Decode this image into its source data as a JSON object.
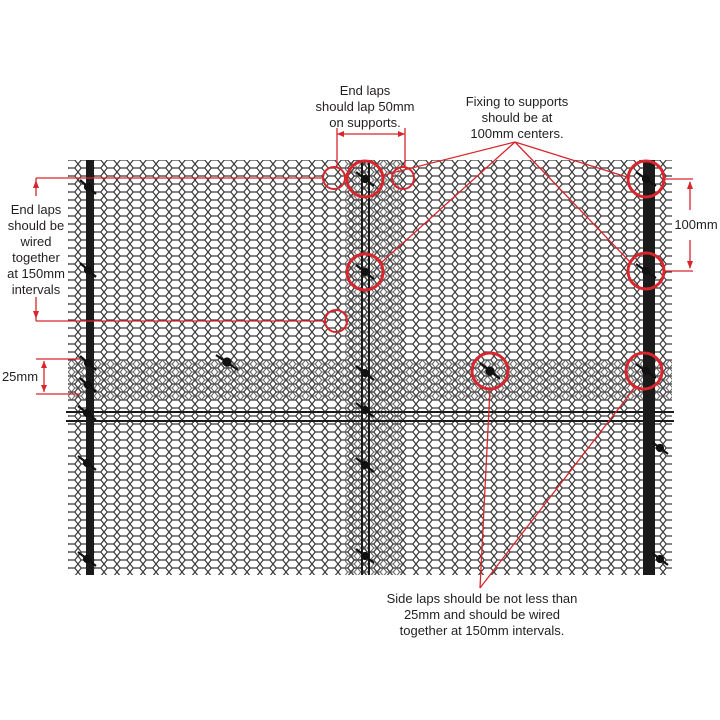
{
  "annotations": {
    "end_laps_supports": "End laps\nshould lap 50mm\non supports.",
    "fixing_supports": "Fixing to supports\nshould be at\n100mm centers.",
    "end_laps_wired": "End laps\nshould be\nwired\ntogether\nat 150mm\nintervals",
    "side_laps": "Side laps should be not less than\n25mm and should be wired\ntogether at 150mm intervals.",
    "dim_100mm": "100mm",
    "dim_25mm": "25mm"
  },
  "colors": {
    "callout": "#d7262e",
    "post": "#1a1a1a",
    "mesh": "#3a3a3a",
    "text": "#231f20"
  },
  "icons": [
    "wire-tie-icon"
  ]
}
